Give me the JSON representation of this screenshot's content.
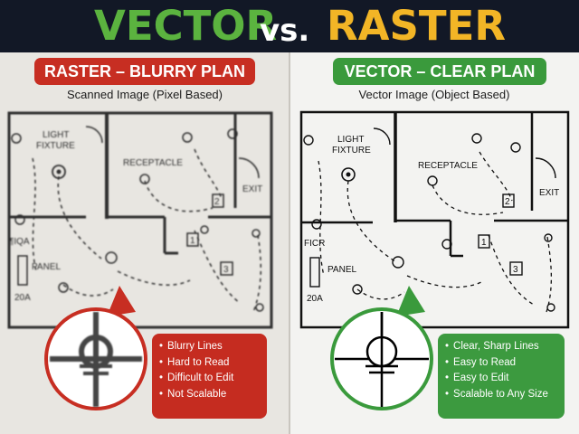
{
  "header": {
    "word_vector": "VECTOR",
    "word_vs": "vs.",
    "word_raster": "RASTER"
  },
  "raster": {
    "pill": "RASTER – BLURRY PLAN",
    "subtitle": "Scanned Image (Pixel Based)",
    "bullets": [
      "Blurry Lines",
      "Hard to Read",
      "Difficult to Edit",
      "Not Scalable"
    ]
  },
  "vector": {
    "pill": "VECTOR – CLEAR PLAN",
    "subtitle": "Vector Image (Object Based)",
    "bullets": [
      "Clear, Sharp Lines",
      "Easy to Read",
      "Easy to Edit",
      "Scalable to Any Size"
    ]
  },
  "plan_labels": {
    "light": "LIGHT",
    "fixture": "FIXTURE",
    "receptacle": "RECEPTACLE",
    "exit": "EXIT",
    "panel": "PANEL",
    "amp": "20A",
    "tag_raster": "¶IQA",
    "tag_vector": "FICR",
    "num_1": "1",
    "num_2": "2",
    "num_3": "3"
  },
  "colors": {
    "raster_red": "#c72e22",
    "vector_green": "#3a9a3c",
    "vector_word": "#5bb33f",
    "raster_word": "#f2b526",
    "header_bg": "#121826"
  }
}
